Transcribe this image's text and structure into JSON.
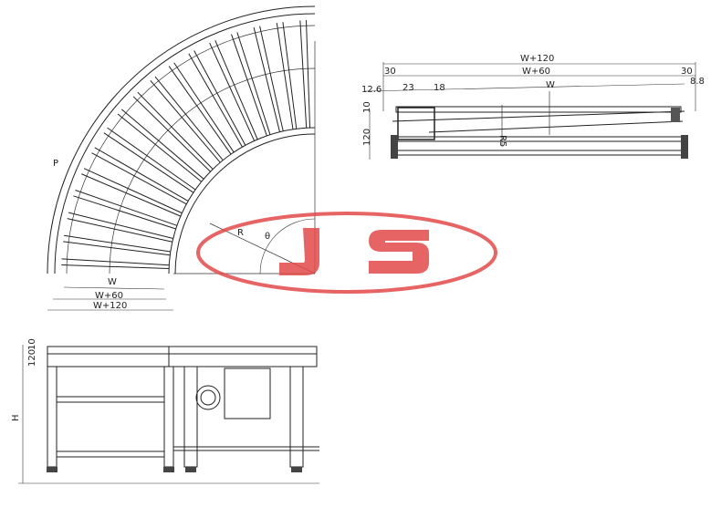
{
  "plan_view": {
    "labels": {
      "pitch": "P",
      "radius": "R",
      "angle": "θ",
      "width": "W",
      "width_60": "W+60",
      "width_120": "W+120"
    }
  },
  "section_view": {
    "labels": {
      "overall": "W+120",
      "inner": "W+60",
      "width": "W",
      "left_margin": "30",
      "right_margin": "30",
      "d1": "12.6",
      "d2": "23",
      "d3": "18",
      "d4": "8.8",
      "h1": "10",
      "h2": "120",
      "r": "R5"
    }
  },
  "side_view": {
    "labels": {
      "h1": "10",
      "h2": "120",
      "height": "H"
    }
  },
  "watermark": {
    "text": "JS",
    "color": "#e24a4a"
  }
}
